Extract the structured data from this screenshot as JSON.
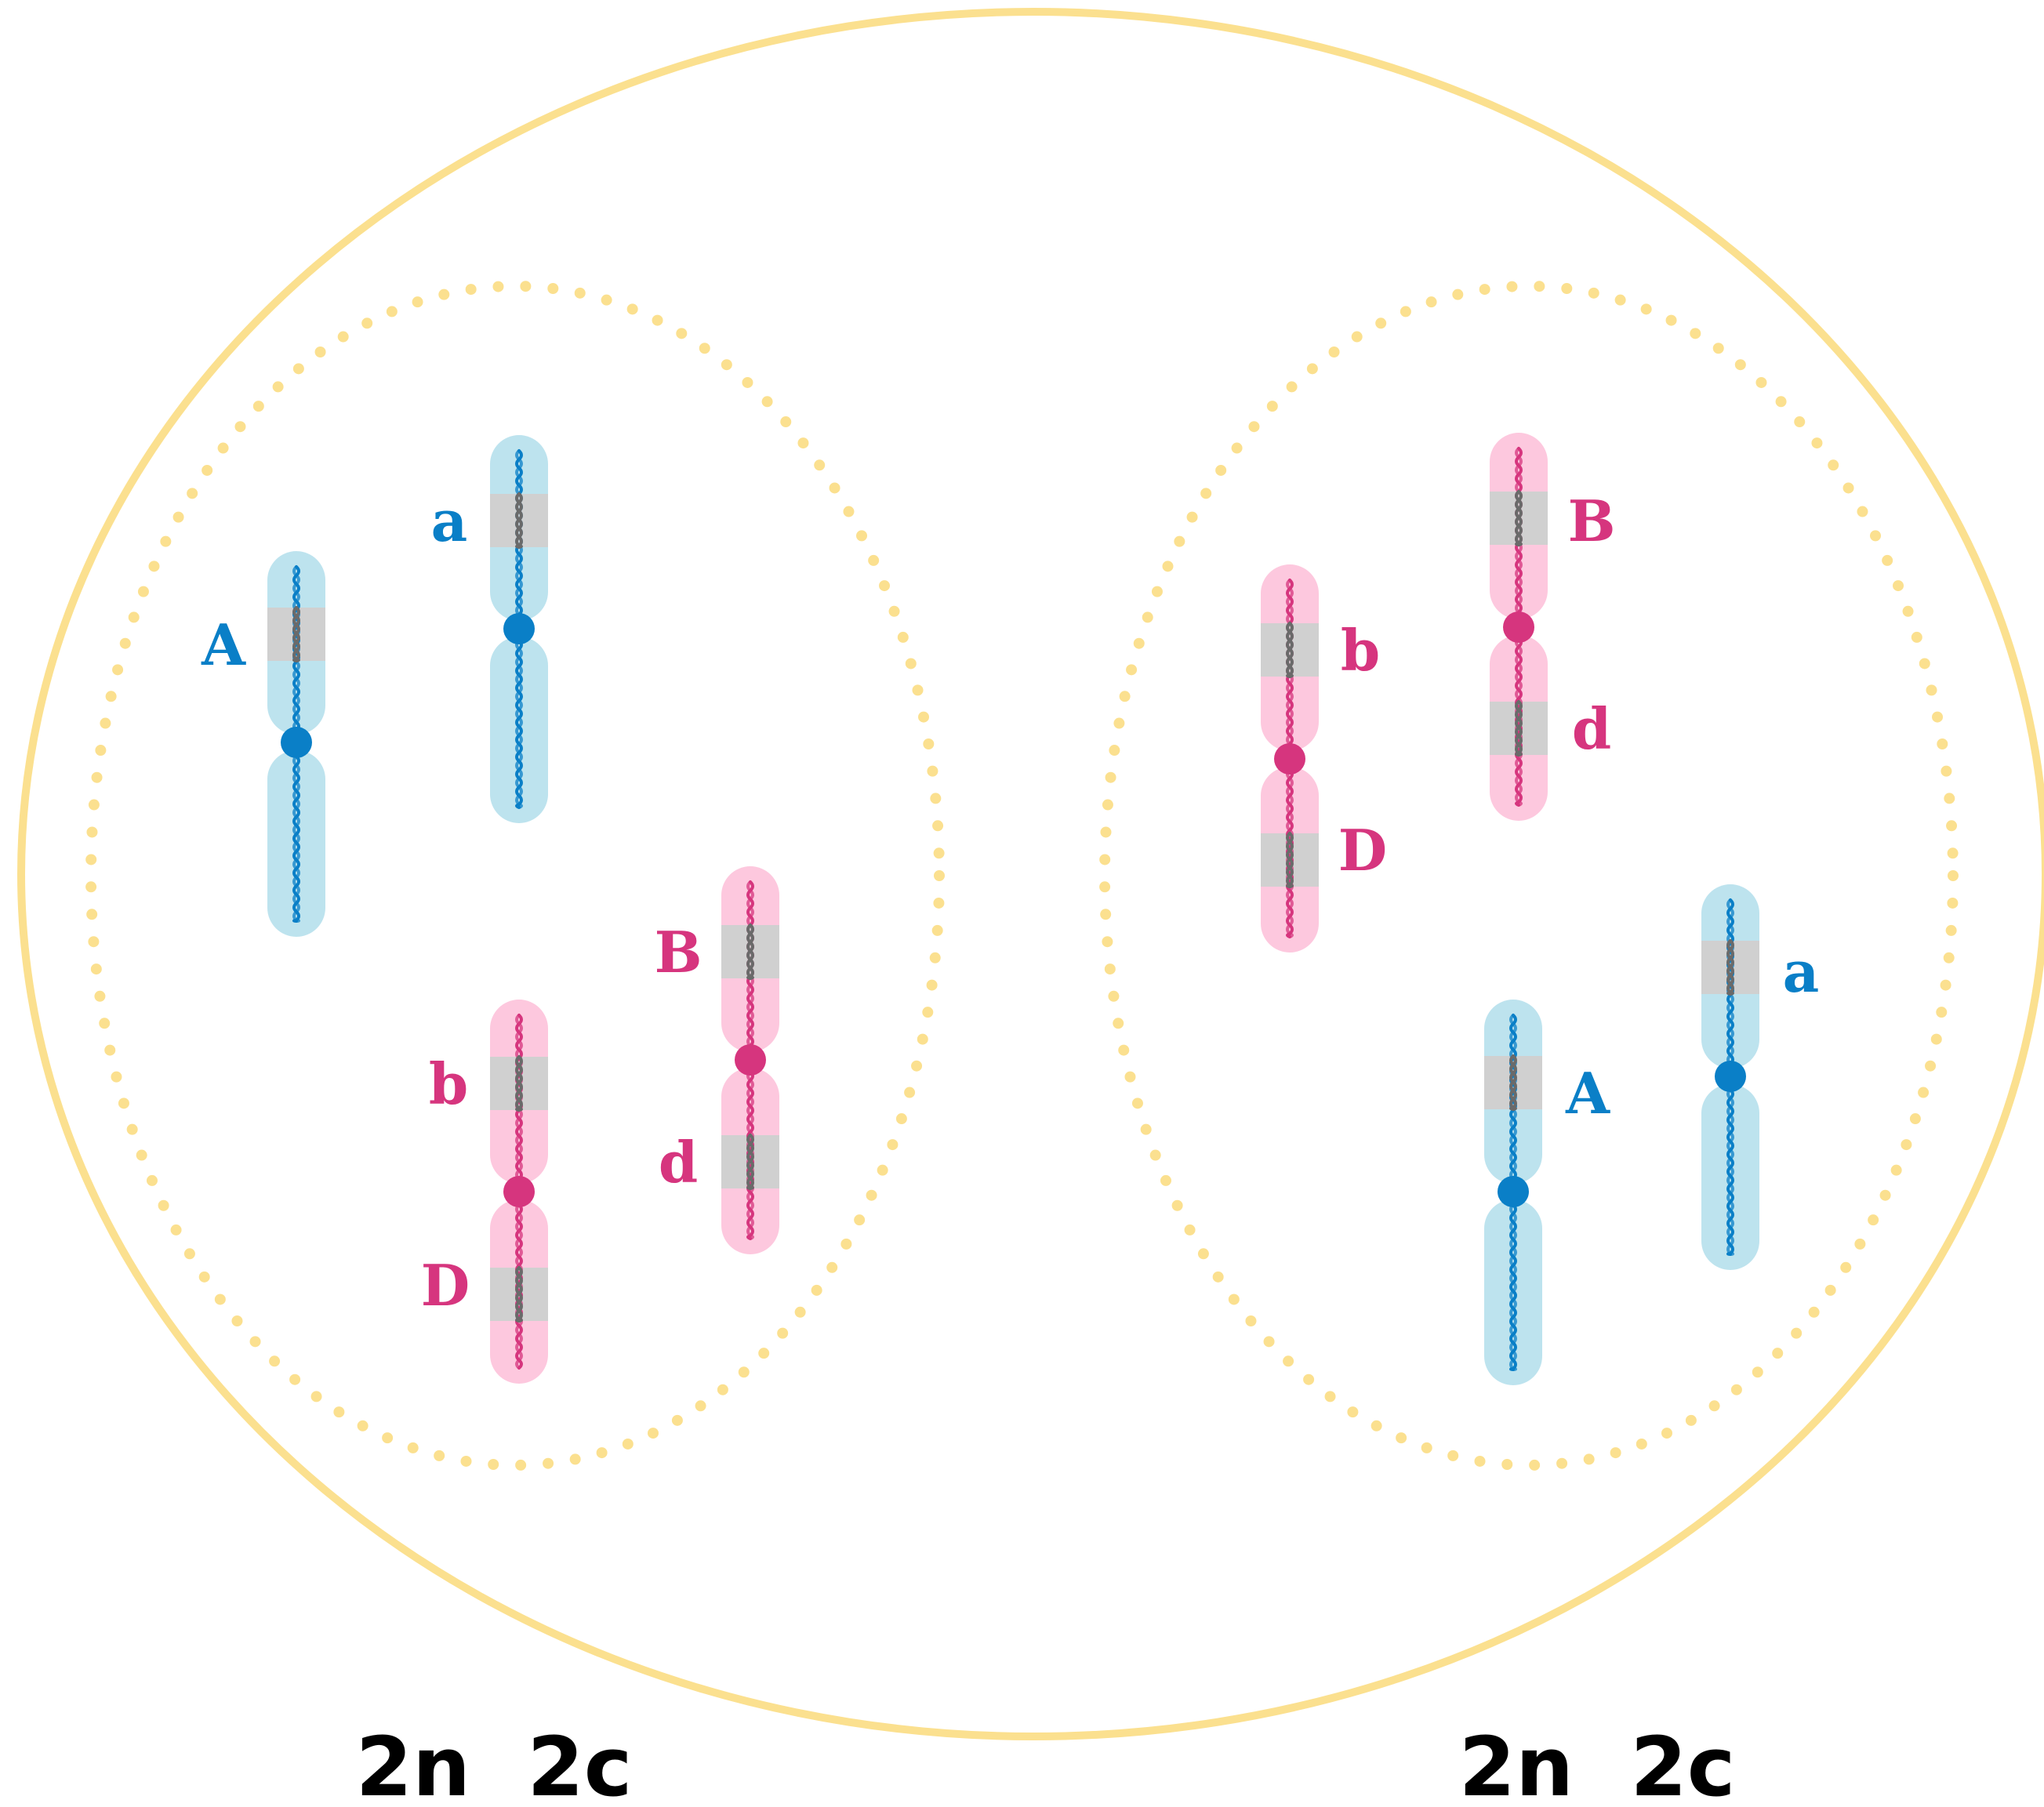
{
  "colors": {
    "cell_membrane": "#fbe08f",
    "nucleus_outline": "#fbe08f",
    "blue_body": "#bde3ee",
    "blue_strand": "#0a7fc7",
    "blue_centromere": "#0a7fc7",
    "pink_body": "#fdc8de",
    "pink_strand": "#d6357e",
    "pink_centromere": "#d6357e",
    "gene_band": "#d0d0d0",
    "gene_band_strand": "#6a6a6a",
    "text": "#000000"
  },
  "nuclei": [
    {
      "ploidy_label": "2n  2c",
      "chromosomes": [
        {
          "color": "blue",
          "gene": "A"
        },
        {
          "color": "blue",
          "gene": "a"
        },
        {
          "color": "pink",
          "genes": [
            "b",
            "D"
          ]
        },
        {
          "color": "pink",
          "genes": [
            "B",
            "d"
          ]
        }
      ]
    },
    {
      "ploidy_label": "2n  2c",
      "chromosomes": [
        {
          "color": "pink",
          "genes": [
            "b",
            "D"
          ]
        },
        {
          "color": "pink",
          "genes": [
            "B",
            "d"
          ]
        },
        {
          "color": "blue",
          "gene": "A"
        },
        {
          "color": "blue",
          "gene": "a"
        }
      ]
    }
  ]
}
